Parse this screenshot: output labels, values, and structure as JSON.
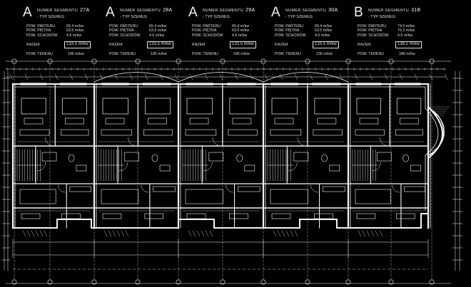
{
  "segments": [
    {
      "letter": "A",
      "number_label": "NUMER SEGMENTU",
      "number": "27A",
      "type": "- TYP SZEREG",
      "rows": [
        {
          "label": "POW. PARTERU",
          "value": "65.4 m/kw"
        },
        {
          "label": "POW. PIĘTRA",
          "value": "63.5 m/kw"
        },
        {
          "label": "POW. SCHODÓW",
          "value": "4.6 m/kw"
        }
      ],
      "razem_label": "RAZEM",
      "razem_value": "133.5 m/kw",
      "teren_label": "POW. TERENU",
      "teren_value": "186 m/kw"
    },
    {
      "letter": "A",
      "number_label": "NUMER SEGMENTU",
      "number": "28A",
      "type": "- TYP SZEREG",
      "rows": [
        {
          "label": "POW. PARTERU",
          "value": "65.4 m/kw"
        },
        {
          "label": "POW. PIĘTRA",
          "value": "63.5 m/kw"
        },
        {
          "label": "POW. SCHODÓW",
          "value": "4.6 m/kw"
        }
      ],
      "razem_label": "RAZEM",
      "razem_value": "133.5 m/kw",
      "teren_label": "POW. TERENU",
      "teren_value": "185 m/kw"
    },
    {
      "letter": "A",
      "number_label": "NUMER SEGMENTU",
      "number": "29A",
      "type": "- TYP SZEREG",
      "rows": [
        {
          "label": "POW. PARTERU",
          "value": "65.4 m/kw"
        },
        {
          "label": "POW. PIĘTRA",
          "value": "63.5 m/kw"
        },
        {
          "label": "POW. SCHODÓW",
          "value": "4.6 m/kw"
        }
      ],
      "razem_label": "RAZEM",
      "razem_value": "133.5 m/kw",
      "teren_label": "POW. TERENU",
      "teren_value": "186 m/kw"
    },
    {
      "letter": "A",
      "number_label": "NUMER SEGMENTU",
      "number": "30A",
      "type": "- TYP SZEREG",
      "rows": [
        {
          "label": "POW. PARTERU",
          "value": "65.4 m/kw"
        },
        {
          "label": "POW. PIĘTRA",
          "value": "63.5 m/kw"
        },
        {
          "label": "POW. SCHODÓW",
          "value": "4.6 m/kw"
        }
      ],
      "razem_label": "RAZEM",
      "razem_value": "133.5 m/kw",
      "teren_label": "POW. TERENU",
      "teren_value": "136 m/kw"
    },
    {
      "letter": "B",
      "number_label": "NUMER SEGMENTU",
      "number": "31B",
      "type": "- TYP SZEREG",
      "rows": [
        {
          "label": "POW. PARTERU",
          "value": "74.0 m/kw"
        },
        {
          "label": "POW. PIĘTRA",
          "value": "70.2 m/kw"
        },
        {
          "label": "POW. SCHODÓW",
          "value": "4.6 m/kw"
        }
      ],
      "razem_label": "RAZEM",
      "razem_value": "138.2 m/kw",
      "teren_label": "POW. TERENU",
      "teren_value": "346 m/kw"
    }
  ],
  "colors": {
    "background": "#000000",
    "lines": "#f4f4f0",
    "text": "#e8e8e8"
  }
}
